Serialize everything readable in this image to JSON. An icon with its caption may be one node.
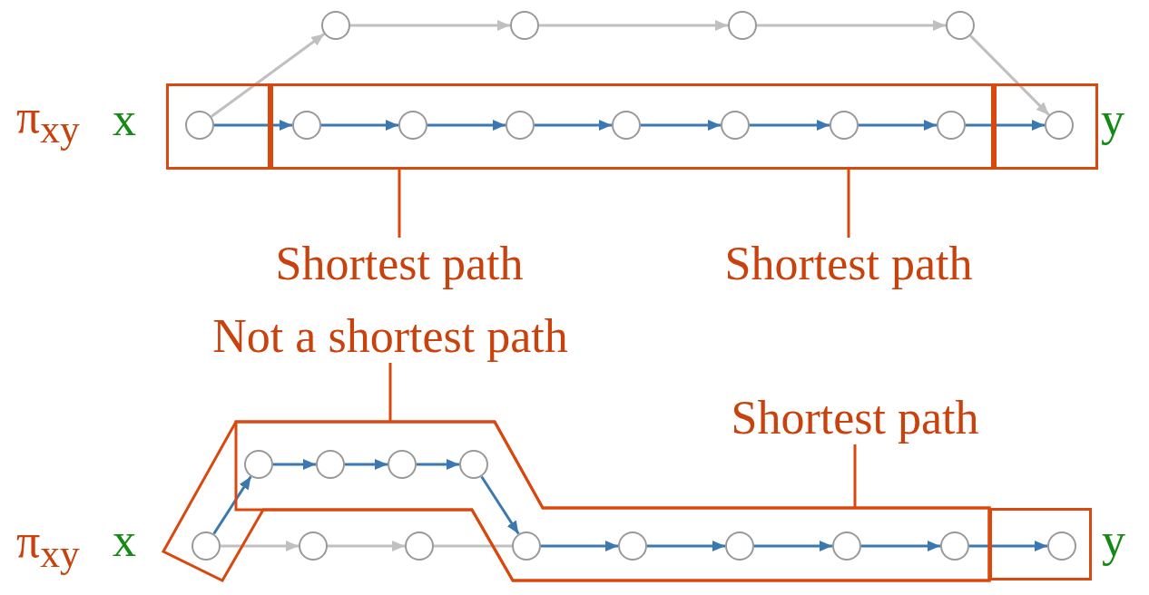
{
  "diagram": {
    "nodes": [
      {
        "text": [],
        "shape": "box"
      },
      {
        "text": [],
        "shape": "box"
      },
      {
        "text": [],
        "shape": "box"
      },
      {
        "text": [],
        "shape": "circle"
      },
      {
        "text": [],
        "shape": "circle"
      },
      {
        "text": [],
        "shape": "circle"
      },
      {
        "text": [],
        "shape": "circle"
      },
      {
        "text": [],
        "shape": "circle",
        "beside": [
          "x"
        ],
        "in": 0
      },
      {
        "text": [],
        "shape": "circle",
        "in": 1
      },
      {
        "text": [],
        "shape": "circle",
        "in": 1
      },
      {
        "text": [],
        "shape": "circle",
        "in": 1
      },
      {
        "text": [],
        "shape": "circle",
        "in": 1
      },
      {
        "text": [],
        "shape": "circle",
        "in": 1
      },
      {
        "text": [],
        "shape": "circle",
        "in": 1
      },
      {
        "text": [],
        "shape": "circle",
        "in": 1
      },
      {
        "text": [],
        "shape": "circle",
        "beside": [
          "y"
        ],
        "in": 2
      },
      {
        "text": [
          "Shortest path"
        ]
      },
      {
        "text": [
          "Shortest path"
        ]
      },
      {
        "text": [
          "Not a shortest path"
        ]
      },
      {
        "text": [],
        "shape": "polygon"
      },
      {
        "text": [
          "Shortest path"
        ]
      },
      {
        "text": [],
        "shape": "polygon",
        "in": 19
      },
      {
        "text": [],
        "shape": "box"
      },
      {
        "text": [],
        "shape": "circle",
        "in": 21
      },
      {
        "text": [],
        "shape": "circle",
        "in": 21
      },
      {
        "text": [],
        "shape": "circle",
        "in": 21
      },
      {
        "text": [],
        "shape": "circle",
        "in": 21
      },
      {
        "text": [],
        "shape": "circle",
        "beside": [
          "x"
        ],
        "in": 19
      },
      {
        "text": [],
        "shape": "circle"
      },
      {
        "text": [],
        "shape": "circle"
      },
      {
        "text": [],
        "shape": "circle",
        "in": 21
      },
      {
        "text": [],
        "shape": "circle",
        "in": 21
      },
      {
        "text": [],
        "shape": "circle",
        "in": 21
      },
      {
        "text": [],
        "shape": "circle",
        "in": 21
      },
      {
        "text": [],
        "shape": "circle",
        "in": 21
      },
      {
        "text": [],
        "shape": "circle",
        "beside": [
          "y"
        ],
        "in": 22
      }
    ],
    "edges": [
      {
        "from": 7,
        "to": 3,
        "arrow": "to",
        "color": "#c0c0c0"
      },
      {
        "from": 3,
        "to": 4,
        "arrow": "to",
        "color": "#c0c0c0"
      },
      {
        "from": 4,
        "to": 5,
        "arrow": "to",
        "color": "#c0c0c0"
      },
      {
        "from": 5,
        "to": 6,
        "arrow": "to",
        "color": "#c0c0c0"
      },
      {
        "from": 6,
        "to": 15,
        "arrow": "to",
        "color": "#c0c0c0"
      },
      {
        "from": 7,
        "to": 8,
        "arrow": "to"
      },
      {
        "from": 8,
        "to": 9,
        "arrow": "to"
      },
      {
        "from": 9,
        "to": 10,
        "arrow": "to"
      },
      {
        "from": 10,
        "to": 11,
        "arrow": "to"
      },
      {
        "from": 11,
        "to": 12,
        "arrow": "to"
      },
      {
        "from": 12,
        "to": 13,
        "arrow": "to"
      },
      {
        "from": 13,
        "to": 14,
        "arrow": "to"
      },
      {
        "from": 14,
        "to": 15,
        "arrow": "to"
      },
      {
        "from": 16,
        "to": 1,
        "arrow": "none",
        "color": "#d9480f"
      },
      {
        "from": 17,
        "to": 1,
        "arrow": "none",
        "color": "#d9480f"
      },
      {
        "from": 18,
        "to": 19,
        "arrow": "none",
        "color": "#d9480f"
      },
      {
        "from": 20,
        "to": 21,
        "arrow": "none",
        "color": "#d9480f"
      },
      {
        "from": 27,
        "to": 23,
        "arrow": "to"
      },
      {
        "from": 23,
        "to": 24,
        "arrow": "to"
      },
      {
        "from": 24,
        "to": 25,
        "arrow": "to"
      },
      {
        "from": 25,
        "to": 26,
        "arrow": "to"
      },
      {
        "from": 26,
        "to": 30,
        "arrow": "to"
      },
      {
        "from": 30,
        "to": 31,
        "arrow": "to"
      },
      {
        "from": 31,
        "to": 32,
        "arrow": "to"
      },
      {
        "from": 32,
        "to": 33,
        "arrow": "to"
      },
      {
        "from": 33,
        "to": 34,
        "arrow": "to"
      },
      {
        "from": 34,
        "to": 35,
        "arrow": "to"
      },
      {
        "from": 27,
        "to": 28,
        "arrow": "to",
        "color": "#c0c0c0"
      },
      {
        "from": 28,
        "to": 29,
        "arrow": "to",
        "color": "#c0c0c0"
      },
      {
        "from": 29,
        "to": 30,
        "arrow": "none",
        "color": "#c0c0c0"
      }
    ],
    "labels": [
      "π$_{xy}$",
      "π$_{xy}$"
    ]
  }
}
